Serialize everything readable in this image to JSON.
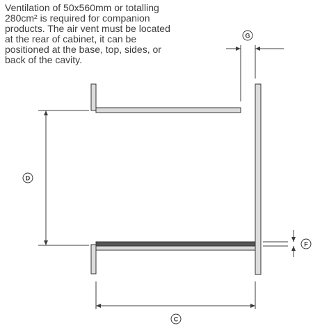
{
  "note": {
    "lines": [
      "Ventilation of 50x560mm or totalling",
      "280cm² is required for companion",
      "products. The air vent must be located",
      "at the rear of cabinet, it can be",
      "positioned at the base, top, sides, or",
      "back of the cavity."
    ]
  },
  "labels": {
    "c": "C",
    "d": "D",
    "f": "F",
    "g": "G"
  },
  "colors": {
    "line": "#3c3c3c",
    "panel_fill": "#dcdcdc",
    "panel_stroke": "#333333",
    "dark_shelf": "#555555"
  }
}
